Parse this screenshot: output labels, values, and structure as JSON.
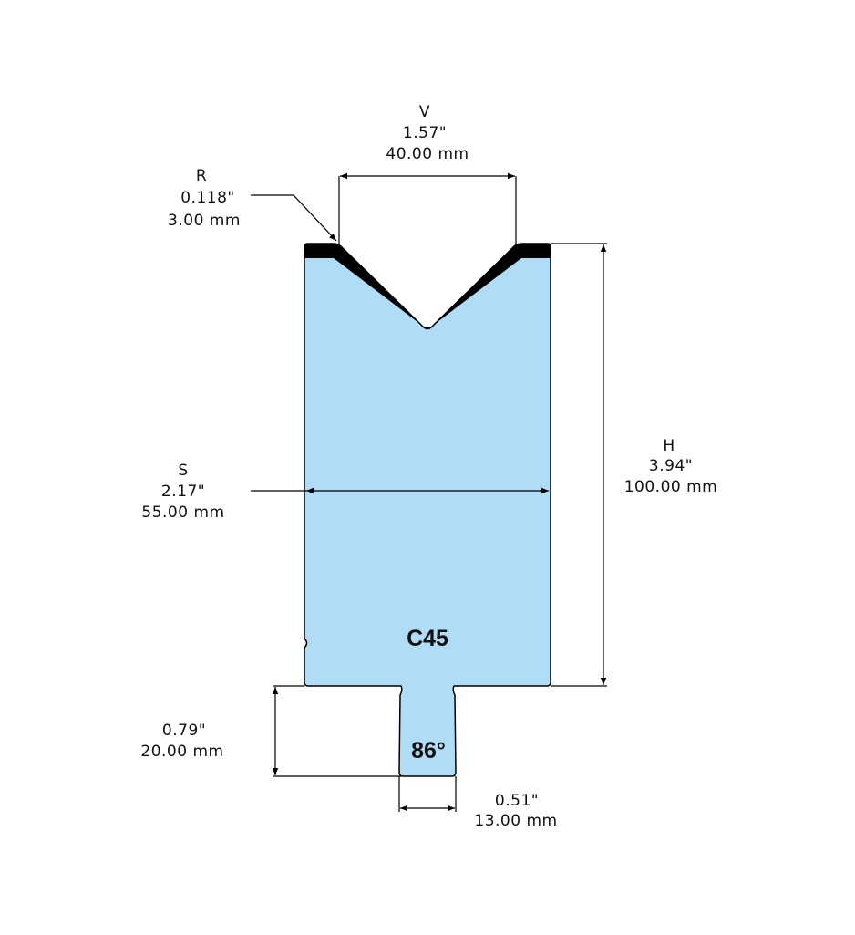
{
  "colors": {
    "body_fill": "#b0ddf5",
    "outline": "#000000",
    "hardened_layer": "#000000"
  },
  "dimensions": {
    "v": {
      "label": "V",
      "inch": "1.57\"",
      "mm": "40.00 mm"
    },
    "r": {
      "label": "R",
      "inch": "0.118\"",
      "mm": "3.00 mm"
    },
    "s": {
      "label": "S",
      "inch": "2.17\"",
      "mm": "55.00 mm"
    },
    "h": {
      "label": "H",
      "inch": "3.94\"",
      "mm": "100.00 mm"
    },
    "tang_height": {
      "inch": "0.79\"",
      "mm": "20.00 mm"
    },
    "tang_width": {
      "inch": "0.51\"",
      "mm": "13.00 mm"
    }
  },
  "material": "C45",
  "angle": "86°"
}
